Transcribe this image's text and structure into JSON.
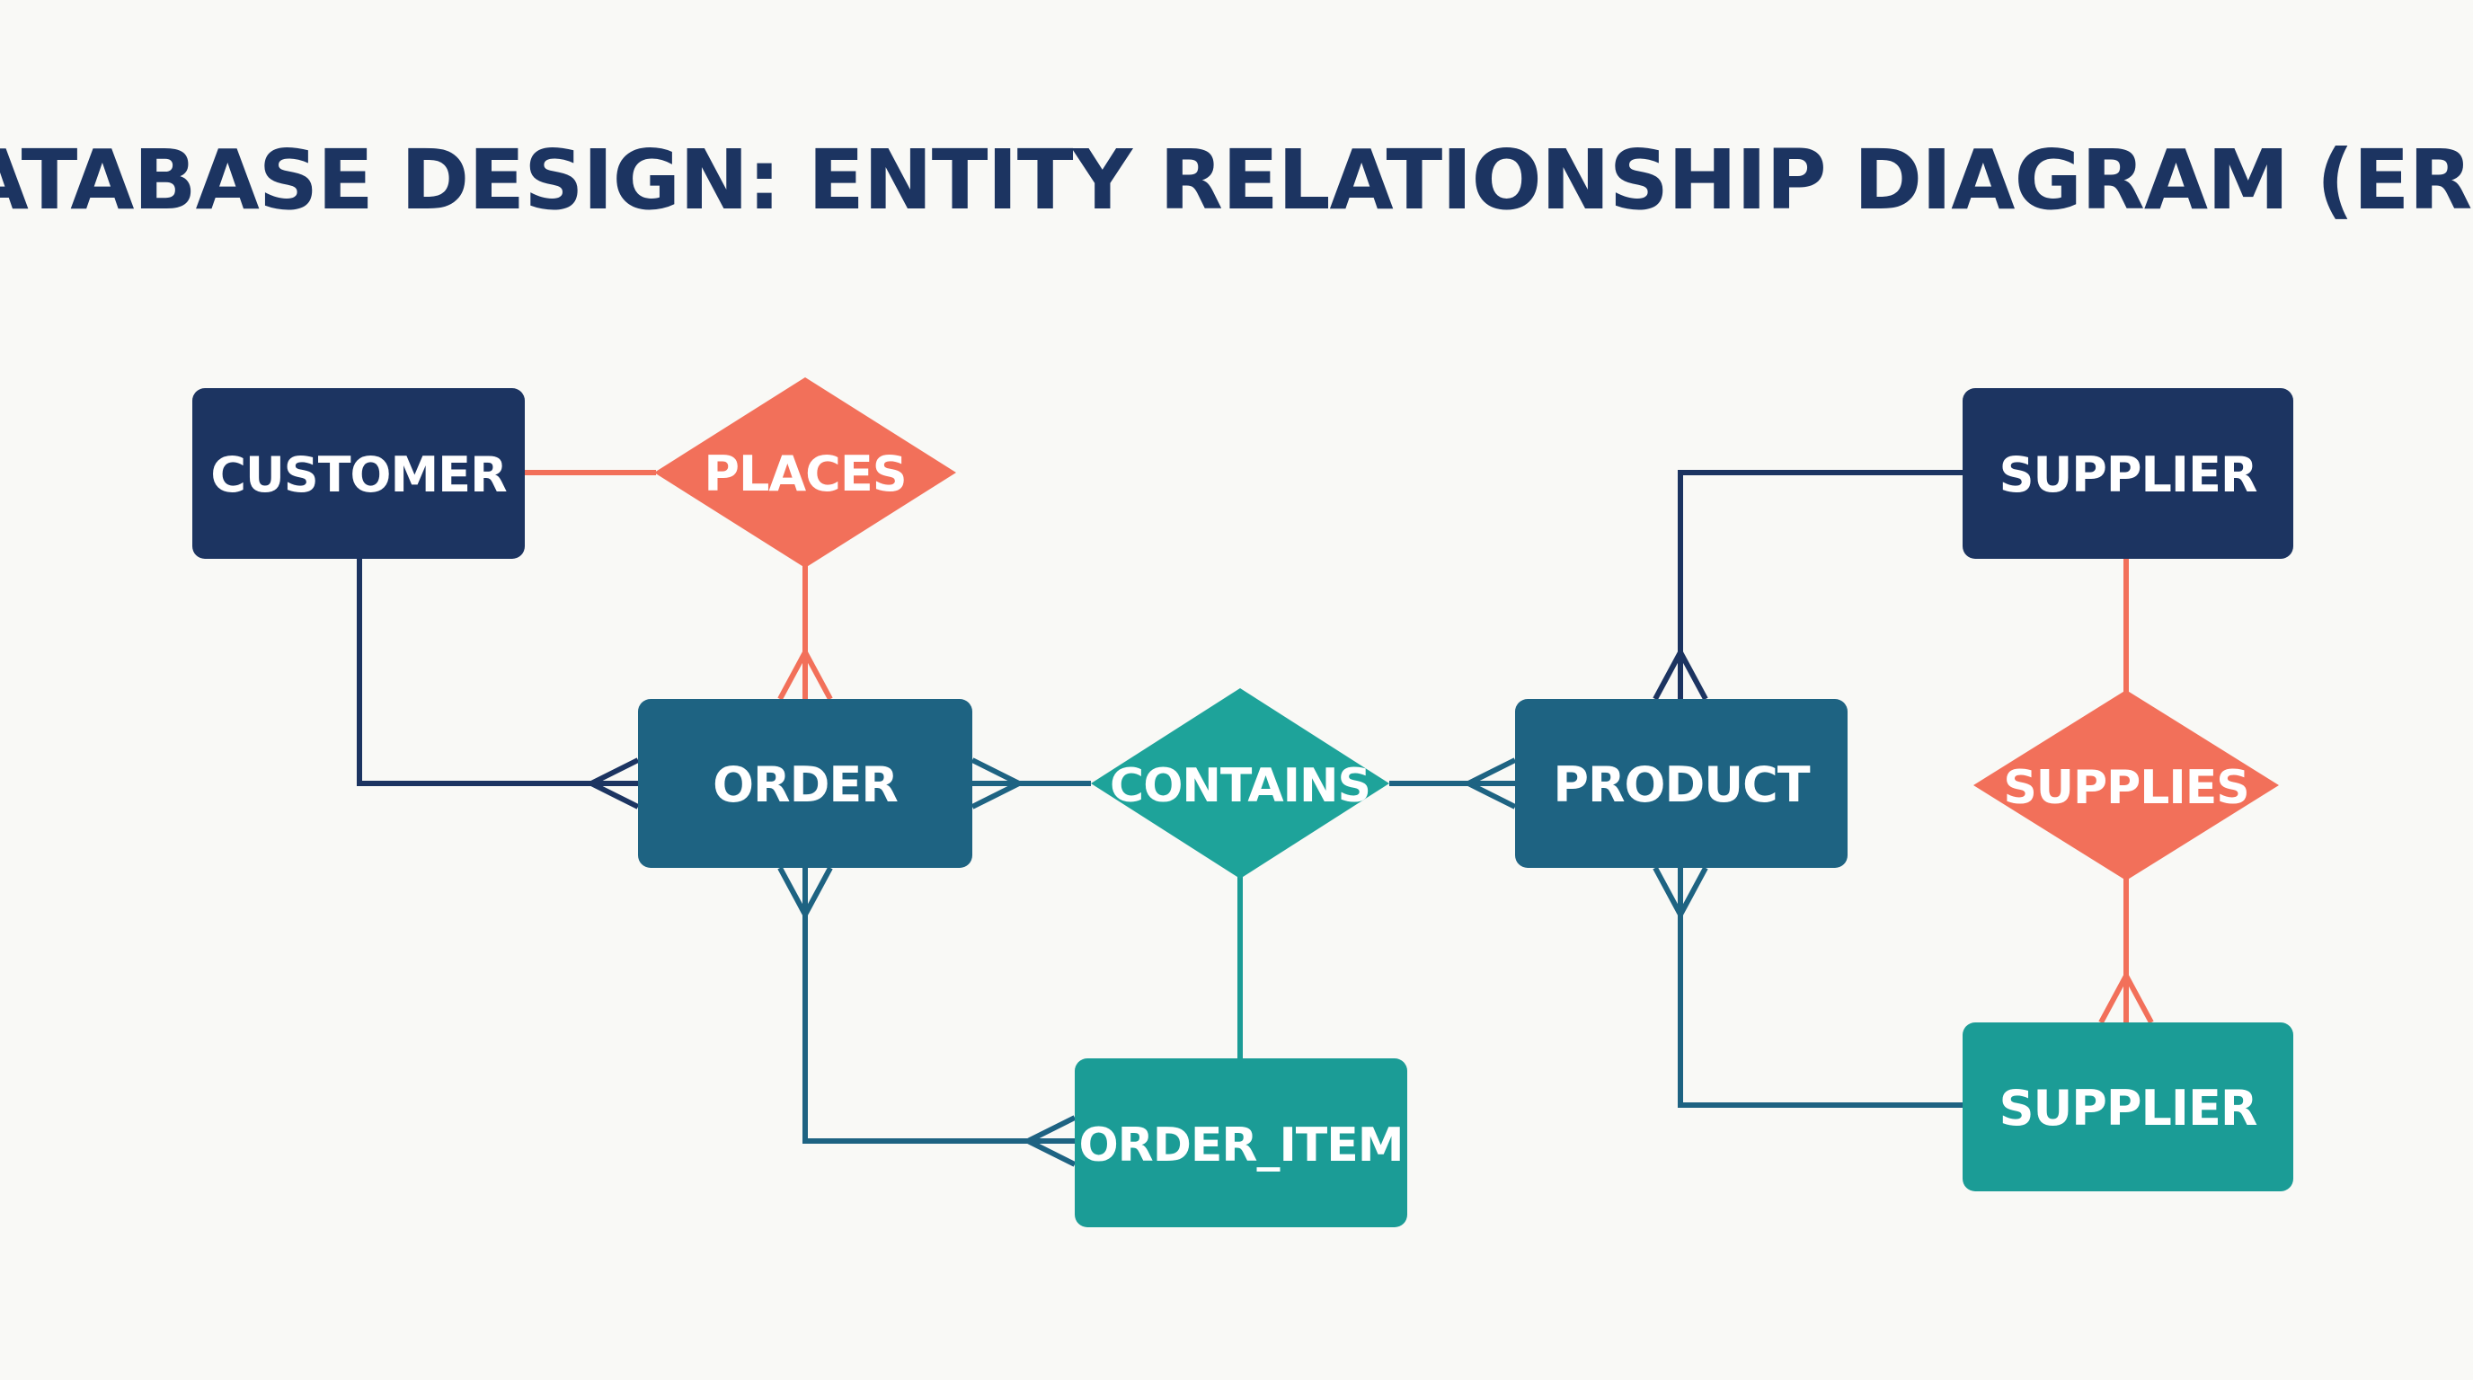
{
  "title": "DATABASE DESIGN: ENTITY RELATIONSHIP DIAGRAM (ERD)",
  "colors": {
    "background": "#f9f9f6",
    "title": "#1c3461",
    "entity_navy": "#1c3461",
    "entity_blue": "#1e6382",
    "entity_teal": "#1b9c96",
    "relationship_coral": "#f2705a",
    "relationship_teal": "#1ea39a",
    "text": "#ffffff"
  },
  "entities": {
    "customer": {
      "label": "CUSTOMER"
    },
    "order": {
      "label": "ORDER"
    },
    "product": {
      "label": "PRODUCT"
    },
    "supplier_top": {
      "label": "SUPPLIER"
    },
    "supplier_bottom": {
      "label": "SUPPLIER"
    },
    "order_item": {
      "label": "ORDER_ITEM"
    }
  },
  "relationships": {
    "places": {
      "label": "PLACES"
    },
    "contains": {
      "label": "CONTAINS"
    },
    "supplies": {
      "label": "SUPPLIES"
    }
  }
}
